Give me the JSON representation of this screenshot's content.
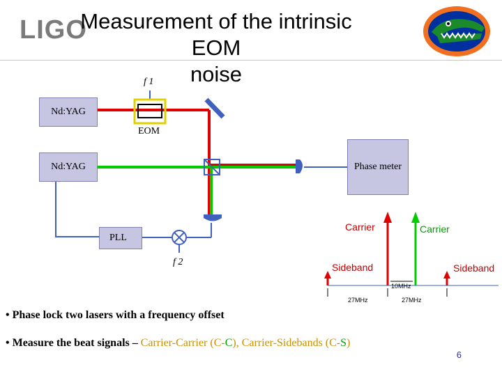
{
  "header": {
    "logo_text": "LIGO",
    "title_line1": "Measurement of the intrinsic EOM",
    "title_line2": "noise"
  },
  "diagram": {
    "f1_label": "f 1",
    "f2_label": "f 2",
    "laser1_label": "Nd:YAG",
    "laser2_label": "Nd:YAG",
    "eom_label": "EOM",
    "phase_meter_label": "Phase meter",
    "pll_label": "PLL",
    "colors": {
      "red_beam": "#e00000",
      "green_beam": "#00cc00",
      "box_fill": "#c6c6e2",
      "optic_blue": "#4060c0"
    }
  },
  "spectrum": {
    "carrier_red_label": "Carrier",
    "carrier_green_label": "Carrier",
    "sideband_left_label": "Sideband",
    "sideband_right_label": "Sideband",
    "offset_label": "10MHz",
    "left_spacing_label": "27MHz",
    "right_spacing_label": "27MHz"
  },
  "bullets": {
    "b1": "• Phase lock two lasers with a frequency offset",
    "b2_prefix": "• Measure the beat signals – ",
    "b2_cc_a": "Carrier-Carrier (",
    "b2_c1": "C",
    "b2_dash1": "-",
    "b2_c2": "C",
    "b2_cc_b": "), Carrier-Sidebands (",
    "b2_c3": "C",
    "b2_dash2": "-",
    "b2_s": "S",
    "b2_end": ")"
  },
  "footer": {
    "page_number": "6"
  }
}
